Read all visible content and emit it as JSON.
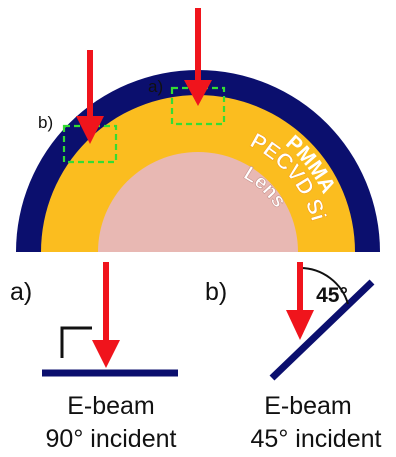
{
  "colors": {
    "pmma": "#0b0f6e",
    "pecvd": "#fbbd1f",
    "lens": "#e8b8b3",
    "arrow": "#f0141c",
    "dash": "#33dd33",
    "substrate": "#0b0f6e",
    "text": "#111111"
  },
  "layers": {
    "pmma": "PMMA",
    "pecvd": "PECVD Si",
    "lens": "Lens"
  },
  "markers": {
    "a": "a)",
    "b": "b)"
  },
  "panel_a": {
    "tag": "a)",
    "line1": "E-beam",
    "line2": "90° incident"
  },
  "panel_b": {
    "tag": "b)",
    "angle": "45°",
    "line1": "E-beam",
    "line2": "45° incident"
  }
}
